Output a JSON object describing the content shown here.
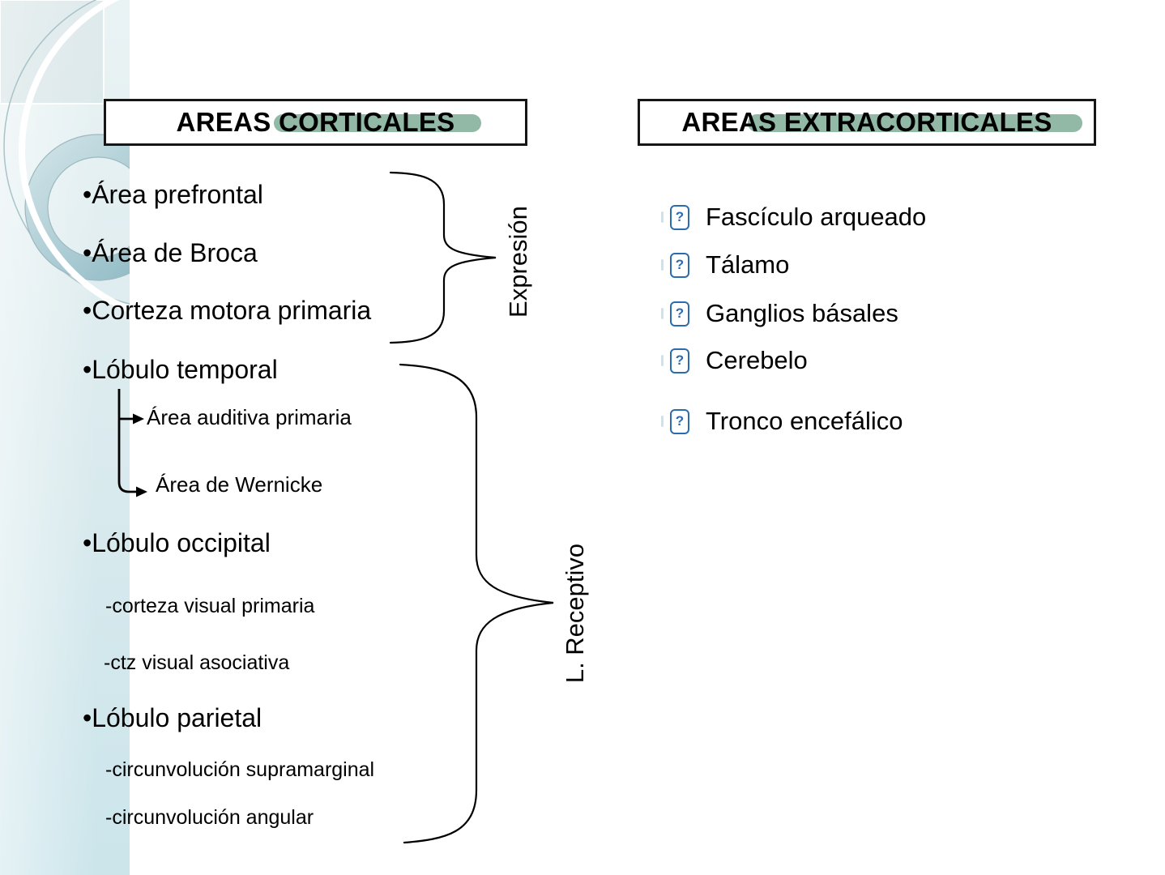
{
  "slide": {
    "accent_highlight": "#92b9a6",
    "band_top_color": "#eaf3f4",
    "band_bottom_color": "#cbe5eb",
    "glyph_blue": "#2a6cb0"
  },
  "cortical": {
    "title": "AREAS CORTICALES",
    "items": [
      {
        "text": "•Área prefrontal"
      },
      {
        "text": "•Área de Broca"
      },
      {
        "text": "•Corteza motora primaria"
      },
      {
        "text": "•Lóbulo temporal"
      },
      {
        "text": "Área auditiva primaria"
      },
      {
        "text": "Área de Wernicke"
      },
      {
        "text": "•Lóbulo occipital"
      },
      {
        "text": "-corteza visual primaria"
      },
      {
        "text": "-ctz visual asociativa"
      },
      {
        "text": "•Lóbulo parietal"
      },
      {
        "text": "-circunvolución supramarginal"
      },
      {
        "text": "-circunvolución angular"
      }
    ],
    "groups": [
      {
        "label": "Expresión"
      },
      {
        "label": "L. Receptivo"
      }
    ]
  },
  "extracortical": {
    "title": "AREAS EXTRACORTICALES",
    "bullet_glyph": "?",
    "items": [
      {
        "text": "Fascículo arqueado"
      },
      {
        "text": "Tálamo"
      },
      {
        "text": "Ganglios básales"
      },
      {
        "text": "Cerebelo"
      },
      {
        "text": "Tronco encefálico"
      }
    ]
  }
}
